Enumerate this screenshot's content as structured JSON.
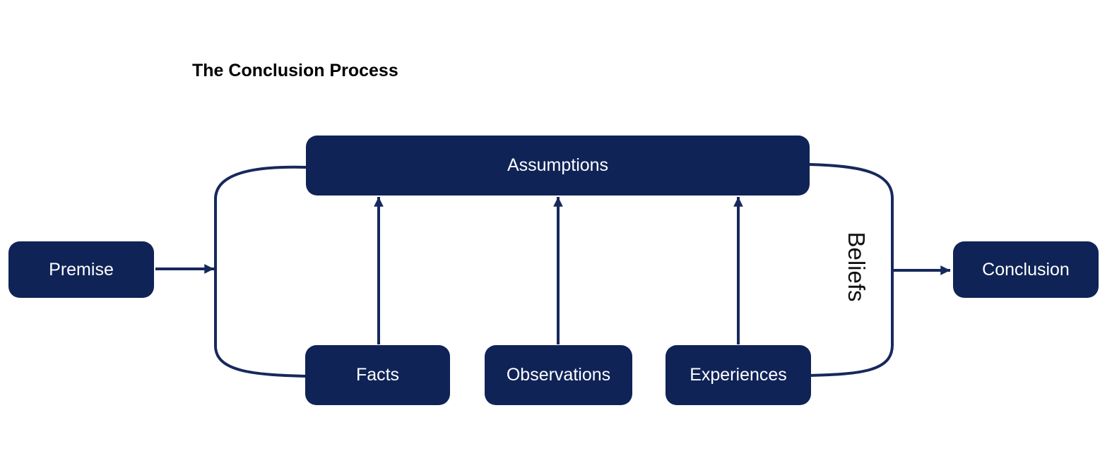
{
  "title": "The Conclusion Process",
  "nodes": {
    "premise": {
      "label": "Premise"
    },
    "assumptions": {
      "label": "Assumptions"
    },
    "facts": {
      "label": "Facts"
    },
    "observations": {
      "label": "Observations"
    },
    "experiences": {
      "label": "Experiences"
    },
    "beliefs": {
      "label": "Beliefs"
    },
    "conclusion": {
      "label": "Conclusion"
    }
  },
  "edges": [
    {
      "from": "Premise",
      "to": "Assumptions/Facts bracket group",
      "type": "arrow"
    },
    {
      "from": "Facts",
      "to": "Assumptions",
      "type": "arrow"
    },
    {
      "from": "Observations",
      "to": "Assumptions",
      "type": "arrow"
    },
    {
      "from": "Experiences",
      "to": "Assumptions",
      "type": "arrow"
    },
    {
      "from": "Beliefs bracket group (Assumptions/Experiences)",
      "to": "Conclusion",
      "type": "arrow"
    }
  ],
  "colors": {
    "node_fill": "#0f2357",
    "node_text": "#ffffff",
    "connector": "#17295c",
    "title_text": "#000000",
    "background": "#ffffff"
  }
}
